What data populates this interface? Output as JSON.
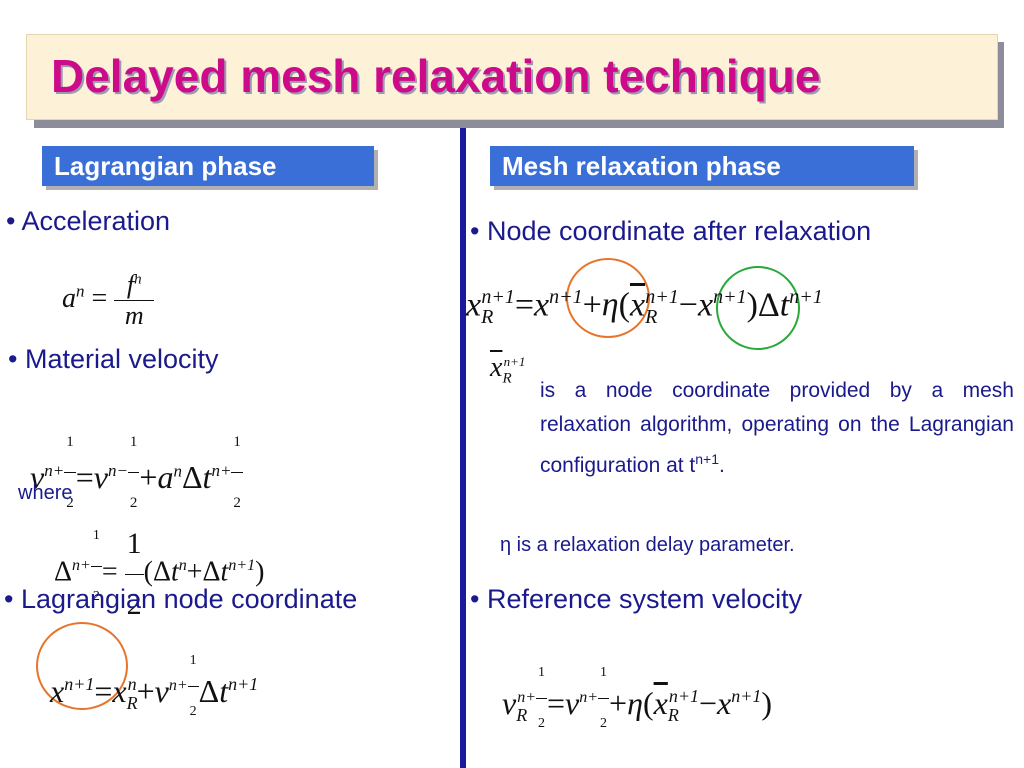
{
  "title": "Delayed mesh relaxation technique",
  "left": {
    "phase_label": "Lagrangian phase",
    "bullet_acceleration": "• Acceleration",
    "bullet_material_velocity": "• Material velocity",
    "where_label": "where",
    "bullet_node_coordinate": "• Lagrangian node coordinate"
  },
  "right": {
    "phase_label": "Mesh relaxation phase",
    "bullet_node_after_relaxation": "•  Node coordinate after relaxation",
    "desc_main": "is a node coordinate provided by a mesh relaxation algorithm, operating on the Lagrangian configuration at t",
    "desc_sup": "n+1",
    "desc_end": ".",
    "eta_desc": "η is a relaxation delay parameter.",
    "bullet_reference_velocity": "•  Reference system velocity"
  },
  "symbols": {
    "a": "a",
    "f": "f",
    "m": "m",
    "n": "n",
    "eq": "=",
    "v": "v",
    "x": "x",
    "R": "R",
    "plus": "+",
    "minus": "−",
    "one": "1",
    "two": "2",
    "half": "1/2",
    "delta": "Δ",
    "t": "t",
    "eta": "η",
    "lparen": "(",
    "rparen": ")",
    "np1": "n+1",
    "nph": "n+",
    "nmh": "n−"
  }
}
